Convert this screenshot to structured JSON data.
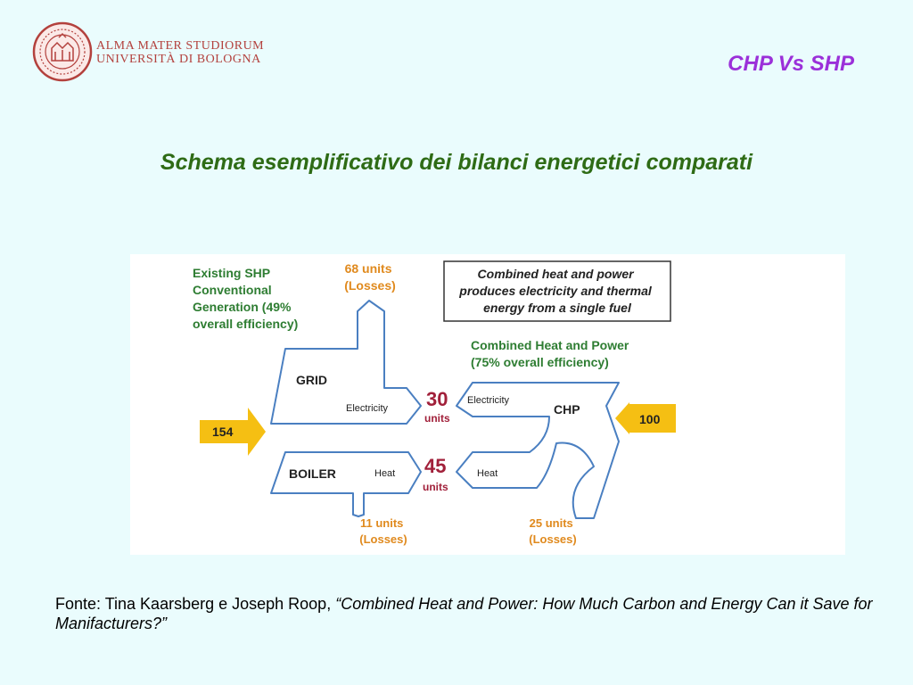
{
  "logo": {
    "icon": "university-seal-icon",
    "line1": "ALMA MATER STUDIORUM",
    "line2": "UNIVERSITÀ DI BOLOGNA",
    "color": "#b3413d"
  },
  "header": {
    "title": "CHP  Vs SHP",
    "color": "#9b30d9"
  },
  "subtitle": {
    "text": "Schema esemplificativo dei bilanci energetici comparati",
    "color": "#2e6b15"
  },
  "diagram": {
    "shp_title": [
      "Existing SHP",
      "Conventional",
      "Generation (49%",
      "overall efficiency)"
    ],
    "grid_losses": [
      "68 units",
      "(Losses)"
    ],
    "callout": [
      "Combined heat and power",
      "produces electricity and thermal",
      "energy from a single fuel"
    ],
    "chp_title": [
      "Combined Heat and Power",
      "(75% overall efficiency)"
    ],
    "grid_label": "GRID",
    "grid_electricity": "Electricity",
    "electricity_value": "30",
    "electricity_units": "units",
    "chp_electricity": "Electricity",
    "chp_label": "CHP",
    "fuel_shp": "154",
    "fuel_chp": "100",
    "boiler_label": "BOILER",
    "boiler_heat": "Heat",
    "heat_value": "45",
    "heat_units": "units",
    "chp_heat": "Heat",
    "boiler_losses": [
      "11 units",
      "(Losses)"
    ],
    "chp_losses": [
      "25 units",
      "(Losses)"
    ],
    "colors": {
      "green_text": "#2e7d32",
      "orange_text": "#e08a1e",
      "value_red": "#a1203a",
      "outline_blue": "#4a7fc1",
      "arrow_yellow": "#f5bf13"
    }
  },
  "source": {
    "prefix": "Fonte: Tina Kaarsberg e Joseph Roop, ",
    "title": "“Combined Heat and Power: How Much Carbon and Energy Can it Save for Manifacturers?”"
  }
}
